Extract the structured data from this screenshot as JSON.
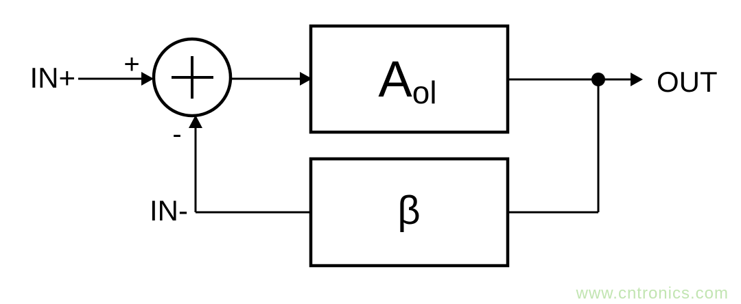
{
  "colors": {
    "line": "#000000",
    "background": "#ffffff",
    "watermark_green": "#c2e5b2"
  },
  "labels": {
    "input_positive": "IN+",
    "input_negative": "IN-",
    "output": "OUT",
    "summing_plus": "+",
    "summing_minus": "-"
  },
  "blocks": {
    "gain": {
      "main": "A",
      "subscript": "ol"
    },
    "feedback": {
      "label": "β"
    }
  },
  "watermark": {
    "text": "www.cntronics.com"
  }
}
